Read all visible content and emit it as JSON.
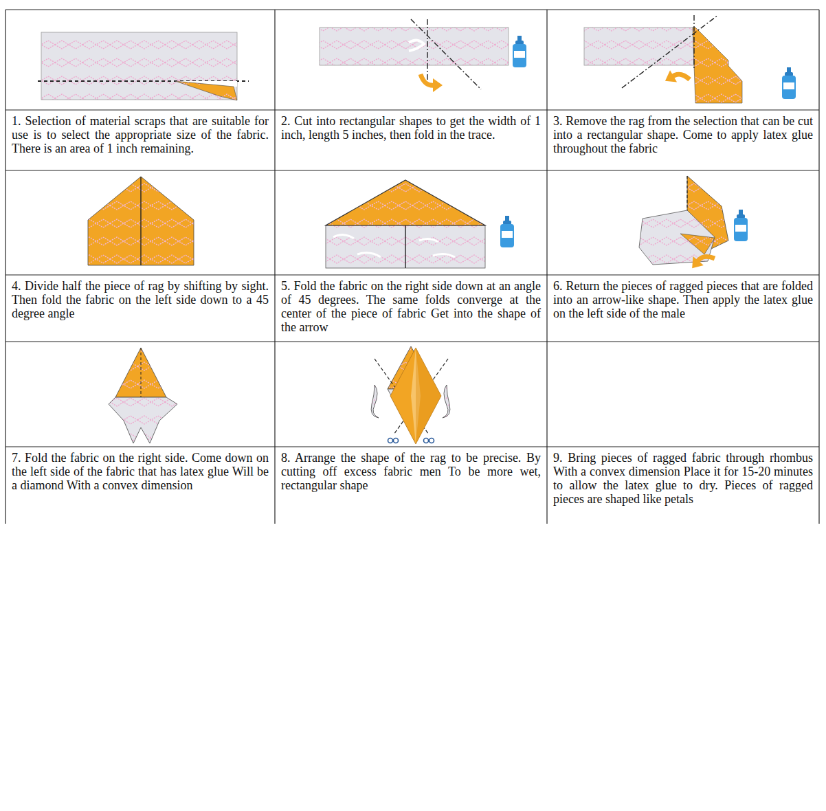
{
  "diagram": {
    "nodes": [
      {
        "text": [
          "1. Selection of material scraps that are suitable for use is to select the appropriate size of the fabric. There is an area of 1 inch remaining."
        ]
      },
      {
        "text": [
          "2. Cut into rectangular shapes to get the width of 1 inch, length 5 inches, then fold in the trace."
        ]
      },
      {
        "text": [
          "3. Remove the rag from the selection that can be cut into a rectangular shape. Come to apply latex glue throughout the fabric"
        ]
      },
      {
        "text": [
          "4. Divide half the piece of rag by shifting by sight. Then fold the fabric on the left side down to a 45 degree angle"
        ]
      },
      {
        "text": [
          "5. Fold the fabric on the right side down at an angle of 45 degrees. The same folds converge at the center of the piece of fabric Get into the shape of the arrow"
        ]
      },
      {
        "text": [
          "6. Return the pieces of ragged pieces that are folded into an arrow-like shape. Then apply the latex glue on the left side of the male"
        ]
      },
      {
        "text": [
          "7. Fold the fabric on the right side. Come down on the left side of the fabric that has latex glue Will be a diamond With a convex dimension"
        ]
      },
      {
        "text": [
          "8. Arrange the shape of the rag to be precise. By cutting off excess fabric men To be more wet, rectangular shape"
        ]
      },
      {
        "text": [
          "9. Bring pieces of ragged fabric through rhombus With a convex dimension Place it for 15-20 minutes to allow the latex glue to dry. Pieces of ragged pieces are shaped like petals"
        ]
      }
    ]
  }
}
